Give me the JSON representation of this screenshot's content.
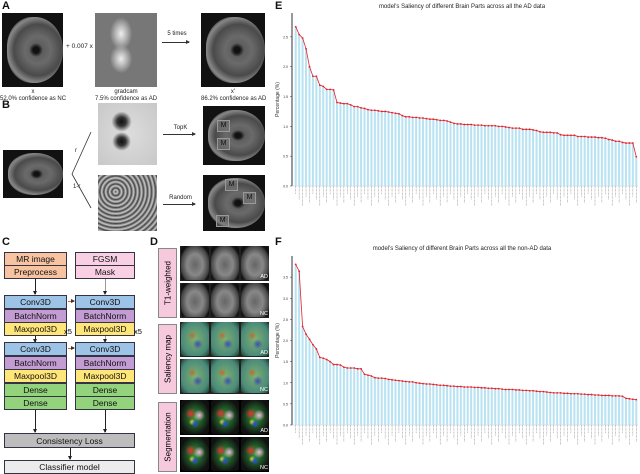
{
  "panels": {
    "a": "A",
    "b": "B",
    "c": "C",
    "d": "D",
    "e": "E",
    "f": "F"
  },
  "panel_a": {
    "op_text": "+ 0.007 x",
    "arrow_label": "5 times",
    "input": {
      "name": "x",
      "caption": "52.0% confidence as NC"
    },
    "gradient": {
      "name": "gradcam",
      "caption": "7.5% confidence as AD"
    },
    "output": {
      "name": "x'",
      "caption": "86.2% confidence as AD"
    }
  },
  "panel_b": {
    "branch_top": "r",
    "branch_bottom": "1-r",
    "arrow_top": "TopK",
    "arrow_bottom": "Random",
    "mask_label": "M"
  },
  "panel_c": {
    "left": {
      "input": "MR image",
      "pre": "Preprocess"
    },
    "right": {
      "input": "FGSM",
      "pre": "Mask"
    },
    "block1": [
      "Conv3D",
      "BatchNorm",
      "Maxpool3D"
    ],
    "block2": [
      "Conv3D",
      "BatchNorm",
      "Maxpool3D",
      "Dense",
      "Dense"
    ],
    "repeat": "x5",
    "loss": "Consistency Loss",
    "classifier": "Classifier model",
    "colors": {
      "input": "#f8c3a0",
      "mask": "#f9d0e3",
      "conv": "#9dc3e6",
      "norm": "#c49cd4",
      "pool": "#ffe679",
      "dense": "#92d37c",
      "loss": "#bdbdbd",
      "classifier": "#ececec",
      "link_arrow": "#d9662a"
    }
  },
  "panel_d": {
    "rows": [
      {
        "label": "T1-weighted",
        "tags": [
          "AD",
          "NC"
        ]
      },
      {
        "label": "Saliency map",
        "tags": [
          "AD",
          "NC"
        ]
      },
      {
        "label": "Segmentation",
        "tags": [
          "AD",
          "NC"
        ]
      }
    ]
  },
  "chart_data": [
    {
      "type": "bar",
      "title": "model's Saliency of different Brain Parts across all the AD data",
      "ylabel": "Percentage (%)",
      "ylim": [
        0,
        2.9
      ],
      "yticks": [
        "0.0",
        "0.5",
        "1.0",
        "1.5",
        "2.0",
        "2.5"
      ],
      "bar_color": "#b9e3f2",
      "line_color": "#e8202a",
      "values": [
        2.67,
        2.54,
        2.48,
        2.3,
        2.0,
        1.84,
        1.84,
        1.69,
        1.67,
        1.62,
        1.62,
        1.61,
        1.4,
        1.39,
        1.38,
        1.38,
        1.36,
        1.33,
        1.33,
        1.31,
        1.3,
        1.28,
        1.27,
        1.27,
        1.26,
        1.25,
        1.25,
        1.24,
        1.23,
        1.22,
        1.21,
        1.18,
        1.16,
        1.16,
        1.15,
        1.15,
        1.14,
        1.14,
        1.13,
        1.12,
        1.12,
        1.11,
        1.1,
        1.1,
        1.09,
        1.07,
        1.05,
        1.04,
        1.04,
        1.03,
        1.03,
        1.03,
        1.02,
        1.02,
        1.02,
        1.01,
        1.01,
        1.01,
        1.01,
        1.0,
        1.0,
        0.99,
        0.98,
        0.97,
        0.97,
        0.97,
        0.95,
        0.95,
        0.95,
        0.94,
        0.93,
        0.91,
        0.9,
        0.9,
        0.9,
        0.89,
        0.89,
        0.86,
        0.85,
        0.85,
        0.85,
        0.85,
        0.83,
        0.83,
        0.83,
        0.82,
        0.82,
        0.82,
        0.81,
        0.81,
        0.8,
        0.78,
        0.77,
        0.75,
        0.75,
        0.73,
        0.72,
        0.72,
        0.72,
        0.49
      ]
    },
    {
      "type": "bar",
      "title": "model's Saliency of different Brain Parts across all the non-AD data",
      "ylabel": "Percentage (%)",
      "ylim": [
        0,
        4.0
      ],
      "yticks": [
        "0.0",
        "0.5",
        "1.0",
        "1.5",
        "2.0",
        "2.5",
        "3.0",
        "3.5"
      ],
      "bar_color": "#b9e3f2",
      "line_color": "#e8202a",
      "values": [
        3.8,
        3.64,
        2.33,
        2.15,
        2.03,
        1.9,
        1.8,
        1.6,
        1.58,
        1.55,
        1.5,
        1.43,
        1.43,
        1.42,
        1.37,
        1.35,
        1.35,
        1.35,
        1.33,
        1.33,
        1.2,
        1.18,
        1.16,
        1.12,
        1.11,
        1.11,
        1.1,
        1.08,
        1.07,
        1.06,
        1.05,
        1.04,
        1.03,
        1.02,
        1.02,
        1.0,
        0.99,
        0.98,
        0.97,
        0.97,
        0.96,
        0.95,
        0.94,
        0.94,
        0.93,
        0.92,
        0.92,
        0.91,
        0.91,
        0.9,
        0.9,
        0.9,
        0.89,
        0.89,
        0.88,
        0.88,
        0.87,
        0.87,
        0.86,
        0.86,
        0.85,
        0.84,
        0.84,
        0.84,
        0.83,
        0.83,
        0.82,
        0.82,
        0.81,
        0.81,
        0.8,
        0.79,
        0.79,
        0.78,
        0.77,
        0.76,
        0.76,
        0.76,
        0.75,
        0.75,
        0.74,
        0.74,
        0.74,
        0.73,
        0.73,
        0.72,
        0.72,
        0.71,
        0.71,
        0.7,
        0.7,
        0.7,
        0.69,
        0.69,
        0.69,
        0.68,
        0.63,
        0.62,
        0.61,
        0.6
      ]
    }
  ]
}
